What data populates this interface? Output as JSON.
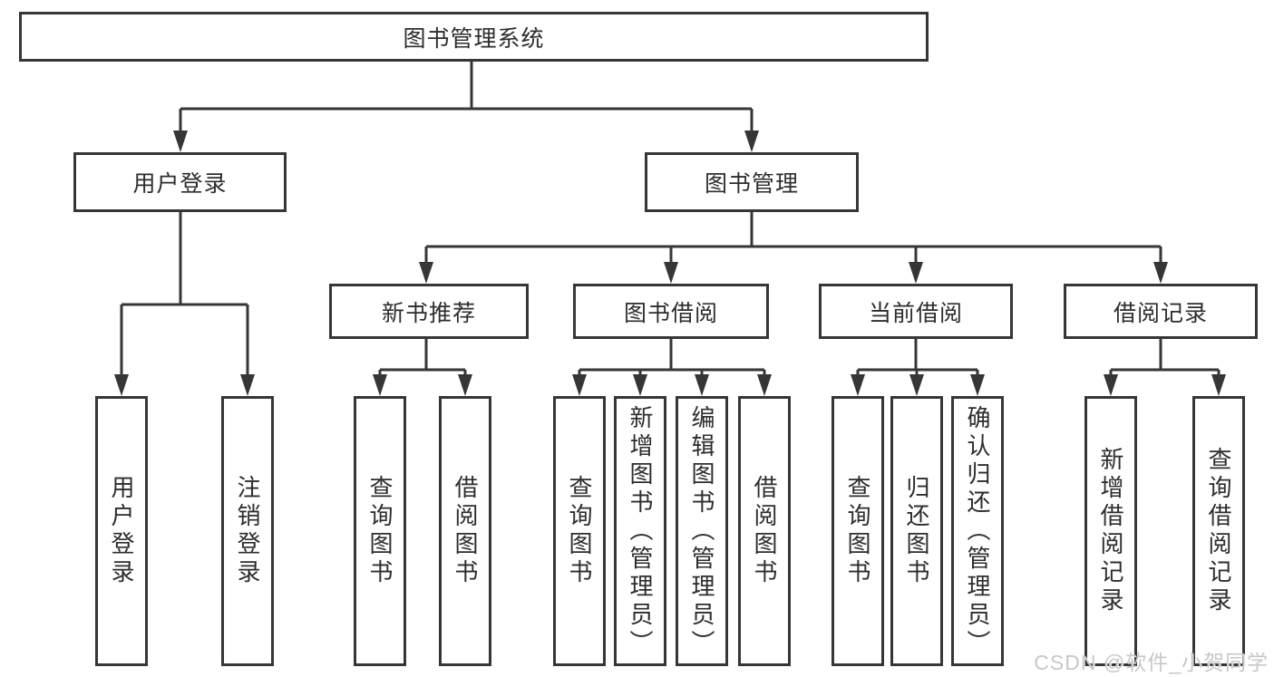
{
  "diagram": {
    "root": {
      "label": "图书管理系统"
    },
    "level2": [
      {
        "label": "用户登录"
      },
      {
        "label": "图书管理"
      }
    ],
    "level3": [
      {
        "label": "新书推荐"
      },
      {
        "label": "图书借阅"
      },
      {
        "label": "当前借阅"
      },
      {
        "label": "借阅记录"
      }
    ],
    "leaves": {
      "user_login": [
        {
          "label": "用户登录"
        },
        {
          "label": "注销登录"
        }
      ],
      "new_books": [
        {
          "label": "查询图书"
        },
        {
          "label": "借阅图书"
        }
      ],
      "book_borrow": [
        {
          "label": "查询图书"
        },
        {
          "label": "新增图书（管理员）"
        },
        {
          "label": "编辑图书（管理员）"
        },
        {
          "label": "借阅图书"
        }
      ],
      "current_borrow": [
        {
          "label": "查询图书"
        },
        {
          "label": "归还图书"
        },
        {
          "label": "确认归还（管理员）"
        }
      ],
      "borrow_records": [
        {
          "label": "新增借阅记录"
        },
        {
          "label": "查询借阅记录"
        }
      ]
    }
  },
  "watermark": {
    "text": "CSDN @软件_小贺同学"
  },
  "colors": {
    "line": "#363636",
    "box_border": "#363636",
    "text": "#2d2d2d",
    "watermark": "#c8c8c8",
    "background": "#ffffff"
  }
}
